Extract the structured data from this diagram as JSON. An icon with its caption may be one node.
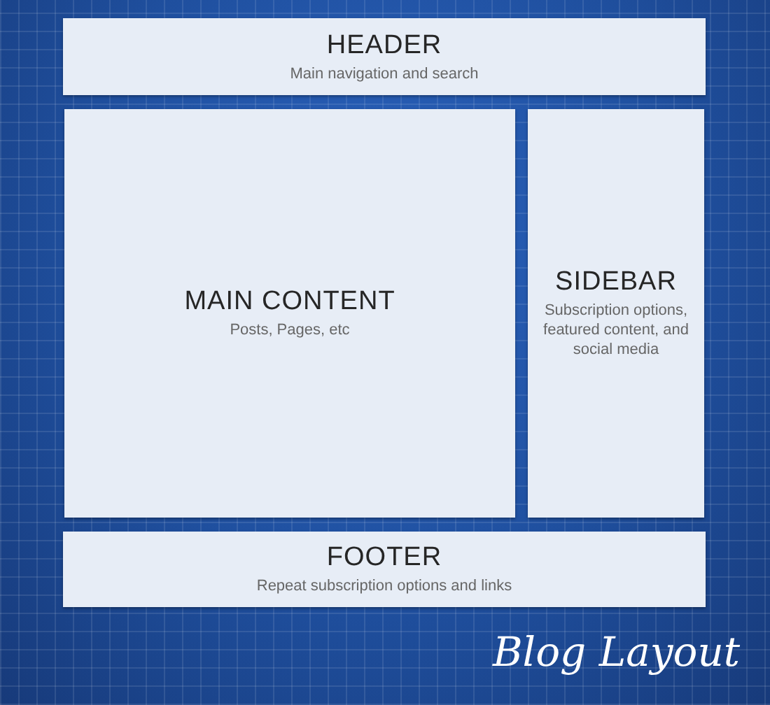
{
  "diagram": {
    "title": "Blog Layout",
    "nodes": [
      {
        "text": [
          "HEADER",
          "Main navigation and search"
        ]
      },
      {
        "text": [
          "MAIN CONTENT",
          "Posts, Pages, etc"
        ]
      },
      {
        "text": [
          "SIDEBAR",
          "Subscription options, featured content, and social media"
        ]
      },
      {
        "text": [
          "FOOTER",
          "Repeat subscription options and links"
        ]
      }
    ]
  }
}
